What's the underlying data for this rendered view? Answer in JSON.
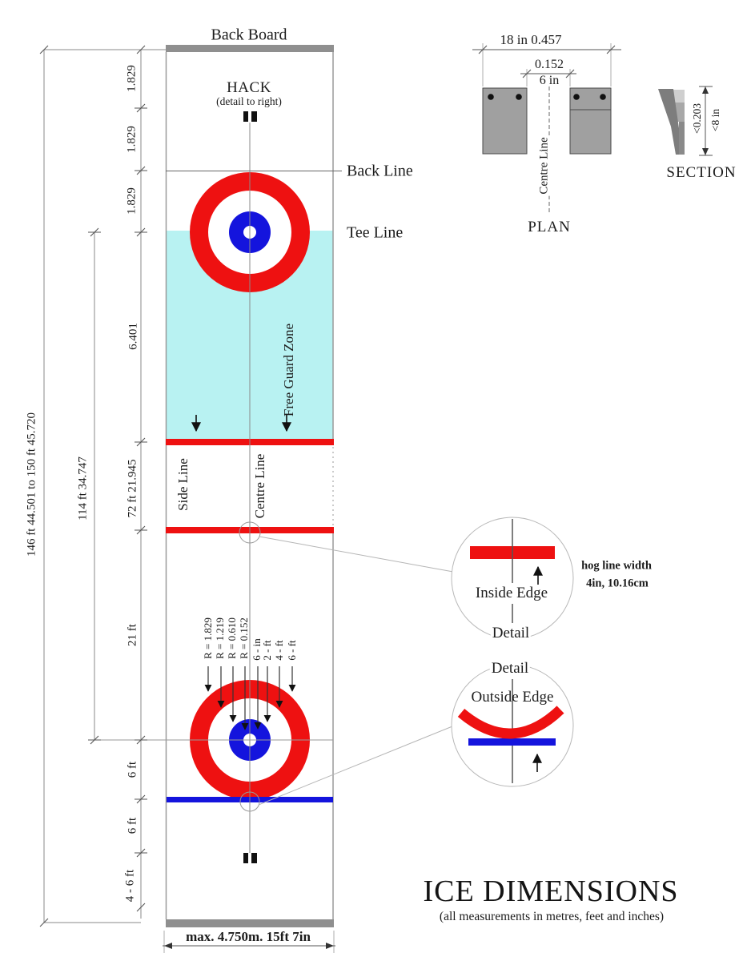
{
  "colors": {
    "ring_red": "#ee1111",
    "ring_blue": "#1414dd",
    "fgz_cyan": "#b8f2f2",
    "board_gray": "#8f8f8f",
    "block_gray": "#a0a0a0",
    "dim_line_gray": "#8a8a8a",
    "text": "#1c1c1c"
  },
  "sheet": {
    "back_board": "Back Board",
    "hack": "HACK",
    "hack_note": "(detail to right)",
    "back_line": "Back Line",
    "tee_line": "Tee Line",
    "free_guard_zone": "Free Guard Zone",
    "side_line": "Side Line",
    "centre_line": "Centre Line",
    "max_width": "max. 4.750m. 15ft 7in"
  },
  "dims": {
    "overall": "146 ft 44.501 to 150 ft 45.720",
    "tee_to_tee": "114 ft  34.747",
    "hog_to_hog": "72 ft  21.945",
    "m1829": [
      "1.829",
      "1.829",
      "1.829"
    ],
    "m6401": "6.401",
    "ft21": "21 ft",
    "ft6": [
      "6 ft",
      "6 ft"
    ],
    "ft4_6": "4 - 6 ft"
  },
  "house_labels": [
    "R = 1.829",
    "R = 1.219",
    "R = 0.610",
    "R = 0.152",
    "6 - in",
    "2 - ft",
    "4 - ft",
    "6 - ft"
  ],
  "plan": {
    "title": "PLAN",
    "dim_overall": "18 in 0.457",
    "dim_gap_m": "0.152",
    "dim_gap_in": "6 in",
    "centre_line": "Centre Line"
  },
  "section": {
    "title": "SECTION",
    "dim_m": "<0.203",
    "dim_in": "<8 in"
  },
  "details": {
    "inside_edge": "Inside Edge",
    "outside_edge": "Outside Edge",
    "detail_top": "Detail",
    "detail_bottom": "Detail",
    "hog_width_1": "hog line width",
    "hog_width_2": "4in, 10.16cm"
  },
  "footer": {
    "title": "ICE DIMENSIONS",
    "subtitle": "(all measurements in metres, feet and inches)"
  }
}
